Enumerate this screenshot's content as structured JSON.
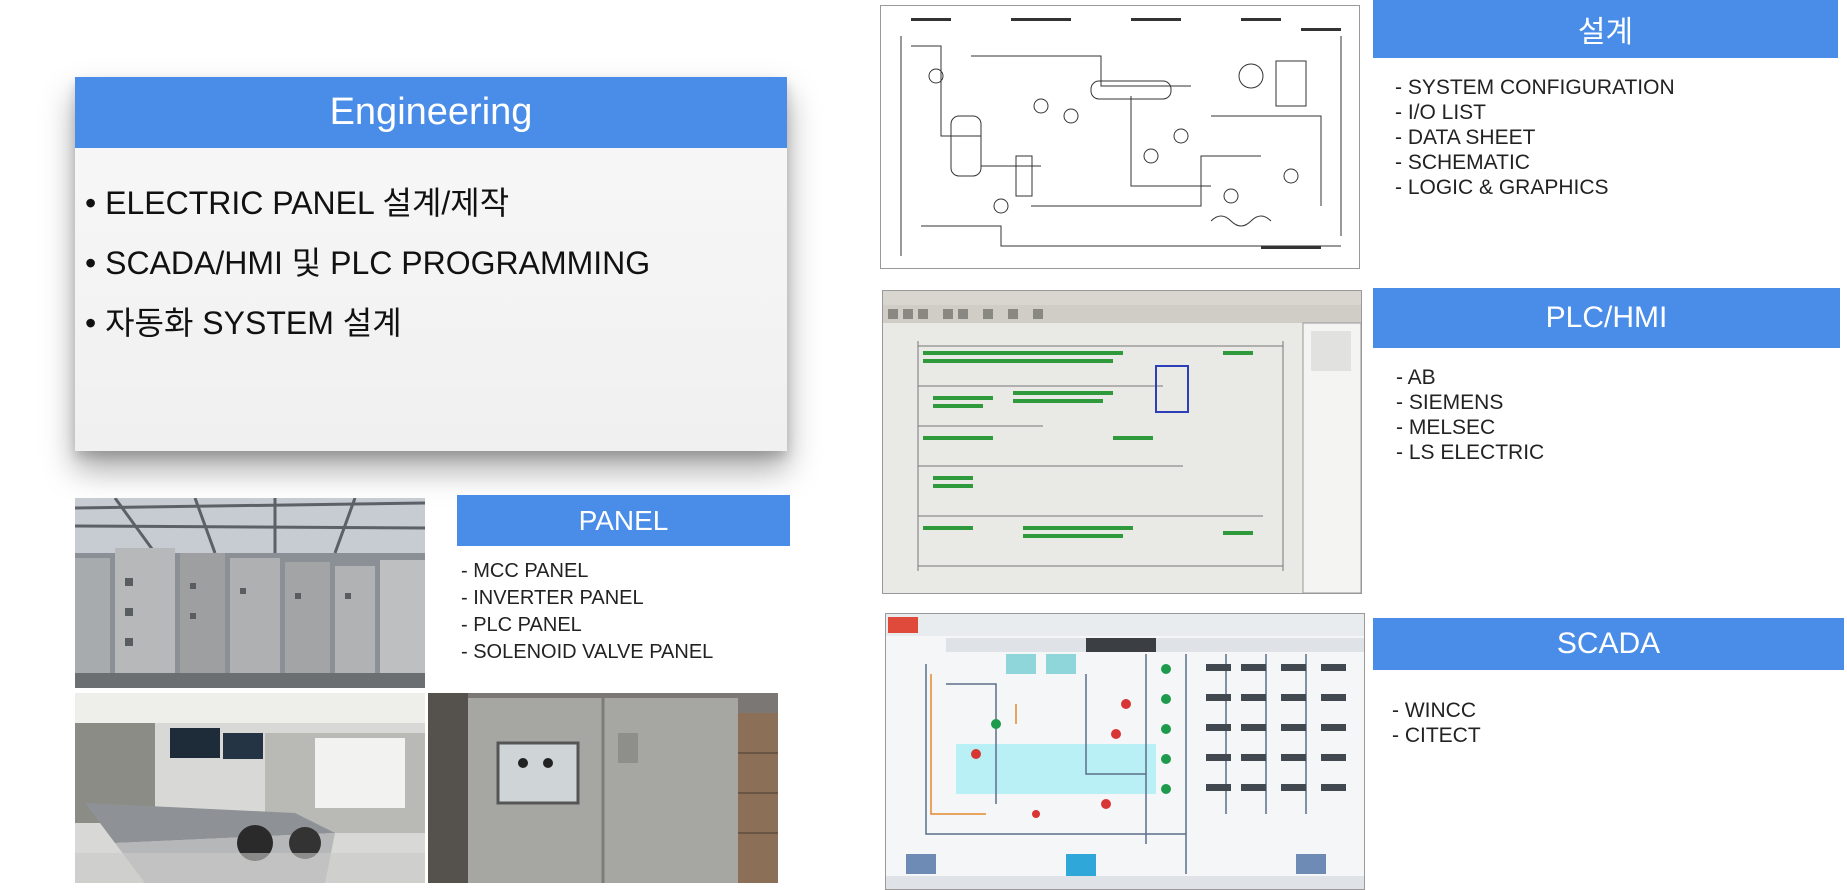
{
  "engineering": {
    "title": "Engineering",
    "items": [
      "• ELECTRIC PANEL 설계/제작",
      "• SCADA/HMI 및 PLC PROGRAMMING",
      "• 자동화 SYSTEM 설계"
    ]
  },
  "panel": {
    "title": "PANEL",
    "items": [
      "- MCC PANEL",
      "- INVERTER PANEL",
      "- PLC PANEL",
      "- SOLENOID VALVE PANEL"
    ]
  },
  "design": {
    "title": "설계",
    "items": [
      "- SYSTEM CONFIGURATION",
      "- I/O LIST",
      "- DATA SHEET",
      "- SCHEMATIC",
      "- LOGIC & GRAPHICS"
    ]
  },
  "plc_hmi": {
    "title": "PLC/HMI",
    "items": [
      "- AB",
      "- SIEMENS",
      "- MELSEC",
      "- LS ELECTRIC"
    ]
  },
  "scada": {
    "title": "SCADA",
    "items": [
      "- WINCC",
      "- CITECT"
    ]
  },
  "images": {
    "photo_mcc": "mcc-panel-room-photo",
    "photo_control_room": "control-room-photo",
    "photo_cabinet": "plc-cabinet-photo",
    "pid_drawing": "pid-schematic-drawing",
    "ladder_screen": "plc-ladder-logic-screen",
    "scada_screen": "scada-process-screen"
  },
  "colors": {
    "accent": "#4a8de8",
    "ladder_green": "#2e9a3c"
  }
}
